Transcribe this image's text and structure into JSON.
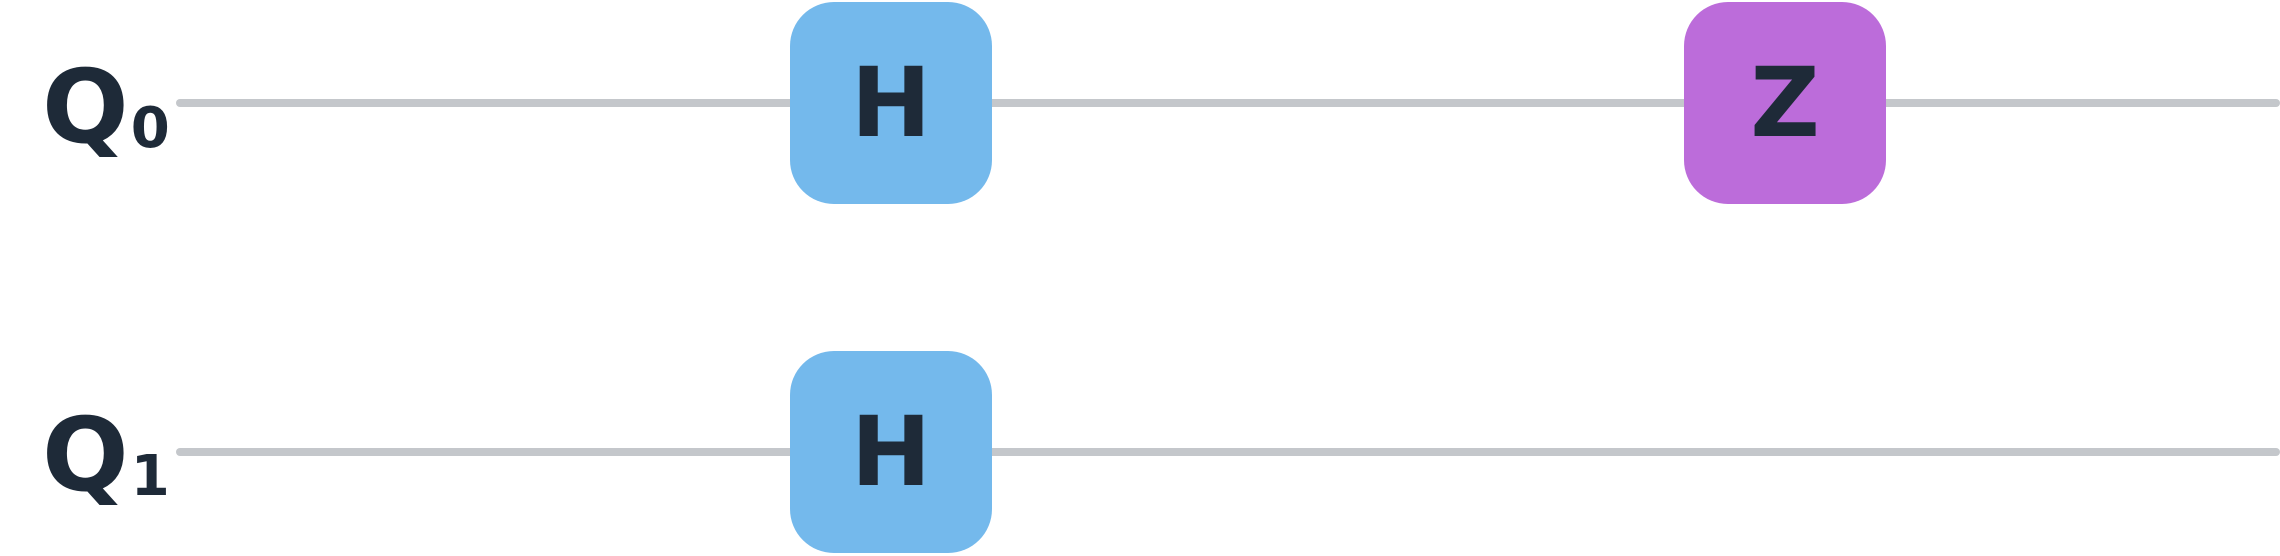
{
  "circuit": {
    "colors": {
      "background": "#ffffff",
      "wire": "#c4c7cb",
      "label_text": "#1e2a38",
      "gate_text": "#1e2a38",
      "h_gate_fill": "#74b9ec",
      "z_gate_fill": "#bc6cda"
    },
    "qubits": [
      {
        "label": "Q",
        "subscript": "0"
      },
      {
        "label": "Q",
        "subscript": "1"
      }
    ],
    "gates": [
      {
        "label": "H",
        "qubit": 0,
        "column": 0,
        "fill": "#74b9ec"
      },
      {
        "label": "Z",
        "qubit": 0,
        "column": 1,
        "fill": "#bc6cda"
      },
      {
        "label": "H",
        "qubit": 1,
        "column": 0,
        "fill": "#74b9ec"
      }
    ]
  }
}
